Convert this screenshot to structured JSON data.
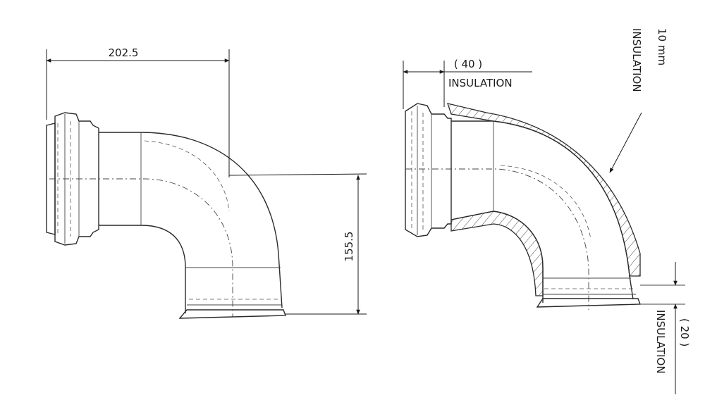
{
  "drawing": {
    "left_view": {
      "width_dimension": "202.5",
      "height_dimension": "155.5"
    },
    "right_view": {
      "inlet_insulation_value": "( 40 )",
      "inlet_insulation_label": "INSULATION",
      "shell_thickness_value": "10 mm",
      "shell_thickness_label": "INSULATION",
      "outlet_insulation_value": "( 20 )",
      "outlet_insulation_label": "INSULATION"
    }
  }
}
